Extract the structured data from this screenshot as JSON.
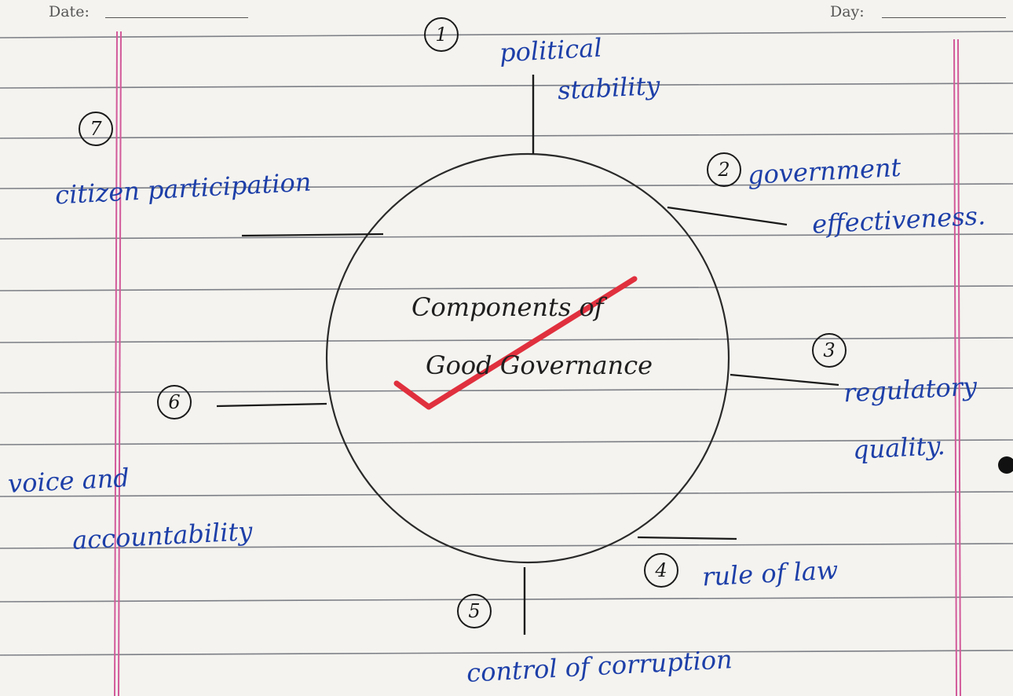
{
  "header": {
    "date_label": "Date:",
    "day_label": "Day:"
  },
  "center": {
    "line1": "Components of",
    "line2": "Good Governance"
  },
  "components": [
    {
      "number": "1",
      "label_lines": [
        "political",
        "stability"
      ]
    },
    {
      "number": "2",
      "label_lines": [
        "government",
        "effectiveness."
      ]
    },
    {
      "number": "3",
      "label_lines": [
        "regulatory",
        "quality."
      ]
    },
    {
      "number": "4",
      "label_lines": [
        "rule of law"
      ]
    },
    {
      "number": "5",
      "label_lines": [
        "control of corruption"
      ]
    },
    {
      "number": "6",
      "label_lines": [
        "voice and",
        "accountability"
      ]
    },
    {
      "number": "7",
      "label_lines": [
        "citizen participation"
      ]
    }
  ],
  "colors": {
    "ink_blue": "#1d3fa8",
    "ink_black": "#1a1a1a",
    "check_red": "#e0303e",
    "margin_pink": "#d25a9a",
    "rule_line": "#7c7f86"
  }
}
